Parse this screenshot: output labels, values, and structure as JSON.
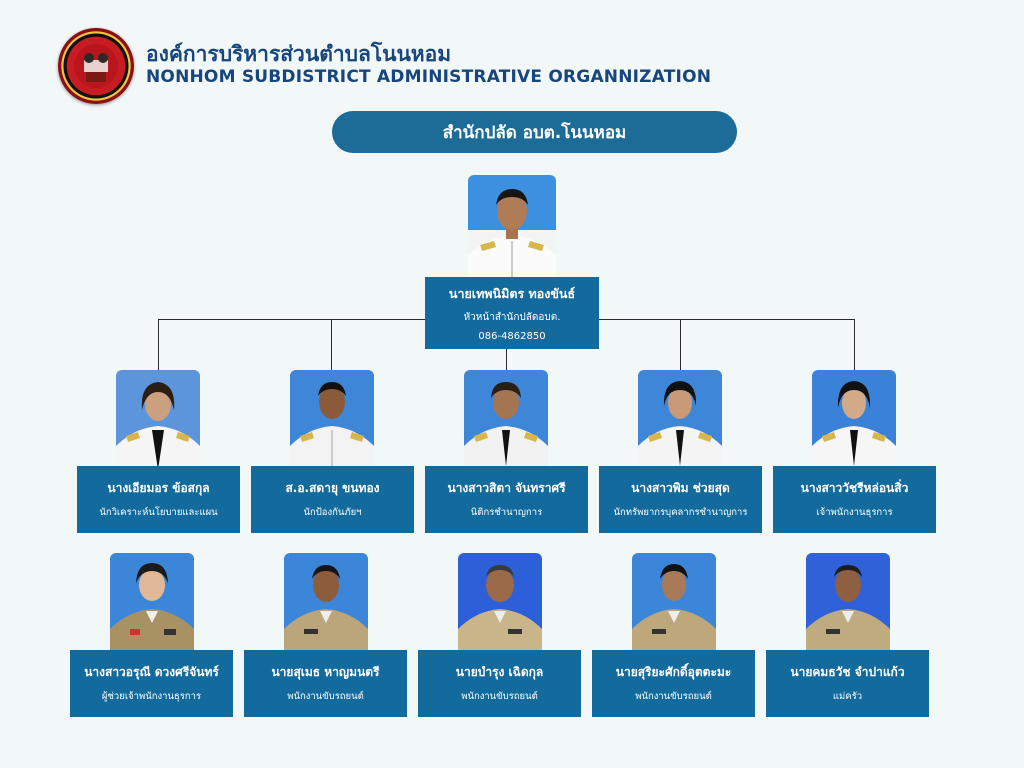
{
  "header": {
    "org_name_thai": "องค์การบริหารส่วนตำบลโนนหอม",
    "org_name_english": "NONHOM SUBDISTRICT ADMINISTRATIVE ORGANNIZATION"
  },
  "department": {
    "title": "สำนักปลัด อบต.โนนหอม"
  },
  "head": {
    "name": "นายเทพนิมิตร ทองขันธ์",
    "position": "หัวหน้าสำนักปลัดอบต.",
    "phone": "086-4862850"
  },
  "row1": [
    {
      "name": "นางเอียมอร ข้อสกุล",
      "position": "นักวิเคราะห์นโยบายและแผน"
    },
    {
      "name": "ส.อ.สดายุ ขนทอง",
      "position": "นักป้องกันภัยฯ"
    },
    {
      "name": "นางสาวสิตา จันทราศรี",
      "position": "นิติกรชำนาญการ"
    },
    {
      "name": "นางสาวพิม ช่วยสุด",
      "position": "นักทรัพยากรบุคลากรชำนาญการ"
    },
    {
      "name": "นางสาววัชรีหล่อนสิ่ว",
      "position": "เจ้าพนักงานธุรการ"
    }
  ],
  "row2": [
    {
      "name": "นางสาวอรุณี ดวงศรีจันทร์",
      "position": "ผู้ช่วยเจ้าพนักงานธุรการ"
    },
    {
      "name": "นายสุเมธ หาญมนตรี",
      "position": "พนักงานขับรถยนต์"
    },
    {
      "name": "นายบำรุง เฉิดกุล",
      "position": "พนักงานขับรถยนต์"
    },
    {
      "name": "นายสุริยะศักดิ์อุตตะมะ",
      "position": "พนักงานขับรถยนต์"
    },
    {
      "name": "นายคมธวัช จำปาแก้ว",
      "position": "แม่ครัว"
    }
  ],
  "colors": {
    "title_text": "#16467d",
    "banner": "#1c6c97",
    "card": "#136a9c",
    "background": "#f2f7f7"
  },
  "icons": {
    "logo": "nonhom-sao-emblem"
  }
}
